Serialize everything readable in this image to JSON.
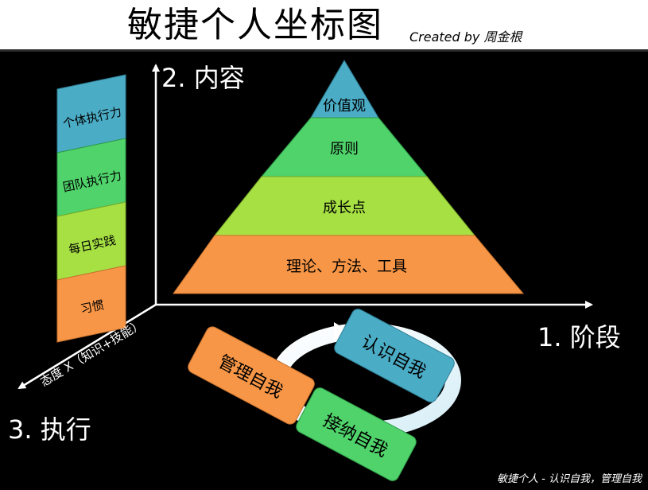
{
  "header": {
    "title": "敏捷个人坐标图",
    "credit": "Created by 周金根"
  },
  "axes": {
    "stage_label": "1. 阶段",
    "content_label": "2. 内容",
    "execution_label": "3. 执行",
    "attitude_label": "态度 X（知识+技能）"
  },
  "pyramid": {
    "levels": [
      {
        "label": "价值观",
        "color": "#4bacc6"
      },
      {
        "label": "原则",
        "color": "#4fd36a"
      },
      {
        "label": "成长点",
        "color": "#a6e043"
      },
      {
        "label": "理论、方法、工具",
        "color": "#f79646"
      }
    ]
  },
  "left_chain": {
    "items": [
      {
        "label": "个体执行力",
        "color": "#4bacc6"
      },
      {
        "label": "团队执行力",
        "color": "#4fd36a"
      },
      {
        "label": "每日实践",
        "color": "#a6e043"
      },
      {
        "label": "习惯",
        "color": "#f79646"
      }
    ]
  },
  "cycle": {
    "items": [
      {
        "label": "认识自我",
        "color": "#4bacc6"
      },
      {
        "label": "管理自我",
        "color": "#f79646"
      },
      {
        "label": "接纳自我",
        "color": "#4fd36a"
      }
    ]
  },
  "footer": {
    "text": "敏捷个人 - 认识自我，管理自我"
  }
}
